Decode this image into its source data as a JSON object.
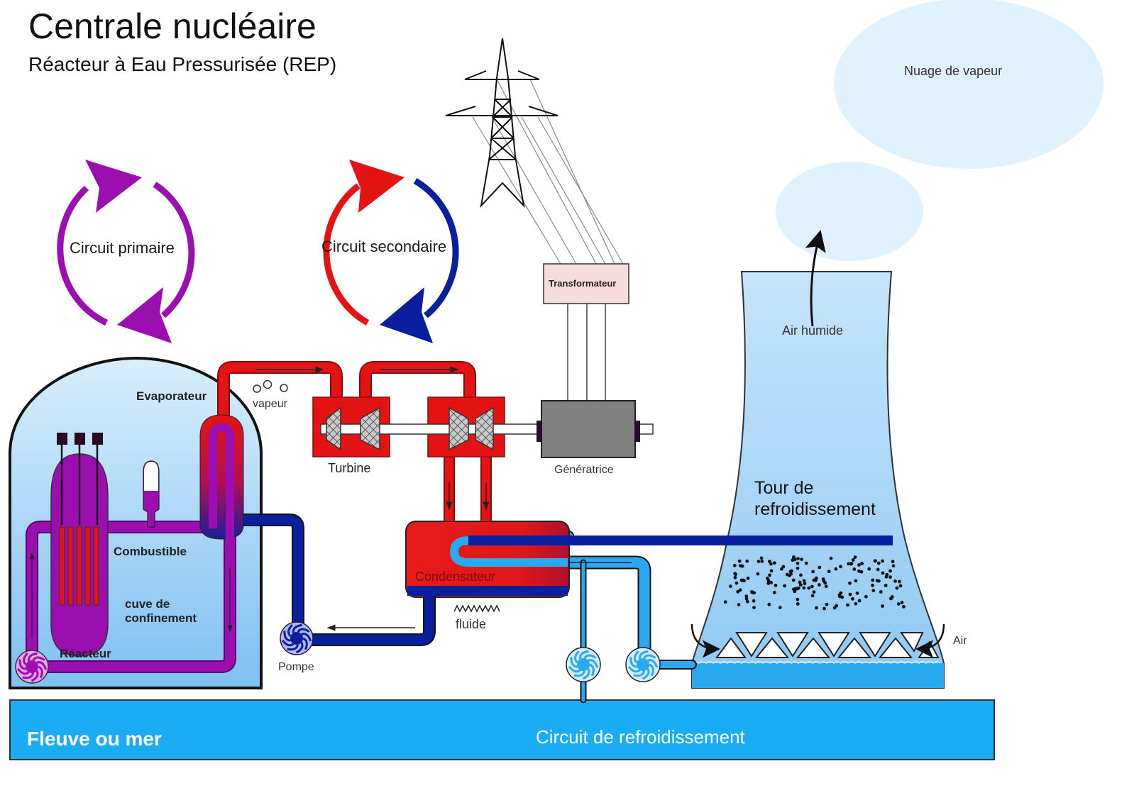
{
  "header": {
    "title": "Centrale nucléaire",
    "subtitle": "Réacteur à Eau Pressurisée (REP)"
  },
  "cycles": {
    "primary": "Circuit primaire",
    "secondary": "Circuit secondaire"
  },
  "labels": {
    "cloud": "Nuage de vapeur",
    "transformer": "Transformateur",
    "humid_air": "Air humide",
    "evaporator": "Evaporateur",
    "steam": "vapeur",
    "turbine": "Turbine",
    "generator": "Génératrice",
    "fuel": "Combustible",
    "containment_line1": "cuve de",
    "containment_line2": "confinement",
    "reactor": "Réacteur",
    "pump": "Pompe",
    "condenser": "Condensateur",
    "fluid": "fluide",
    "tower_line1": "Tour de",
    "tower_line2": "refroidissement",
    "air": "Air",
    "river": "Fleuve ou mer",
    "cooling_circuit": "Circuit de refroidissement"
  },
  "colors": {
    "primary_circuit": "#9b0fb0",
    "hot_steam": "#e41414",
    "cold_water": "#0a1f9e",
    "cooling_water": "#1ea7ee",
    "containment": "#a9d6f7",
    "tower": "#a6d4f6",
    "cloud": "#dff1fd",
    "generator": "#808080",
    "transformer": "#f7dcdc",
    "river": "#1aacf5"
  }
}
